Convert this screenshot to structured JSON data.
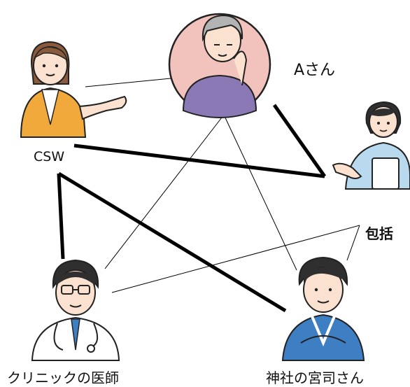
{
  "nodes": {
    "a_san": {
      "label": "Aさん"
    },
    "csw": {
      "label": "CSW"
    },
    "hokatsu": {
      "label": "包括"
    },
    "doctor": {
      "label": "クリニックの医師"
    },
    "priest": {
      "label": "神社の宮司さん"
    }
  },
  "connections": [
    {
      "from": "a_san",
      "to": "csw",
      "strength": "weak"
    },
    {
      "from": "a_san",
      "to": "hokatsu",
      "strength": "strong"
    },
    {
      "from": "a_san",
      "to": "doctor",
      "strength": "weak"
    },
    {
      "from": "a_san",
      "to": "priest",
      "strength": "weak"
    },
    {
      "from": "csw",
      "to": "hokatsu",
      "strength": "strong"
    },
    {
      "from": "csw",
      "to": "doctor",
      "strength": "strong"
    },
    {
      "from": "csw",
      "to": "priest",
      "strength": "strong"
    },
    {
      "from": "hokatsu",
      "to": "doctor",
      "strength": "weak"
    },
    {
      "from": "hokatsu",
      "to": "priest",
      "strength": "weak"
    }
  ],
  "colors": {
    "a_circle": "#f2c3bd",
    "a_sweater": "#8b79b5",
    "csw_cardigan": "#f2a93b",
    "hokatsu_shirt": "#b9d9ee",
    "priest_kimono": "#3e7fc4"
  }
}
